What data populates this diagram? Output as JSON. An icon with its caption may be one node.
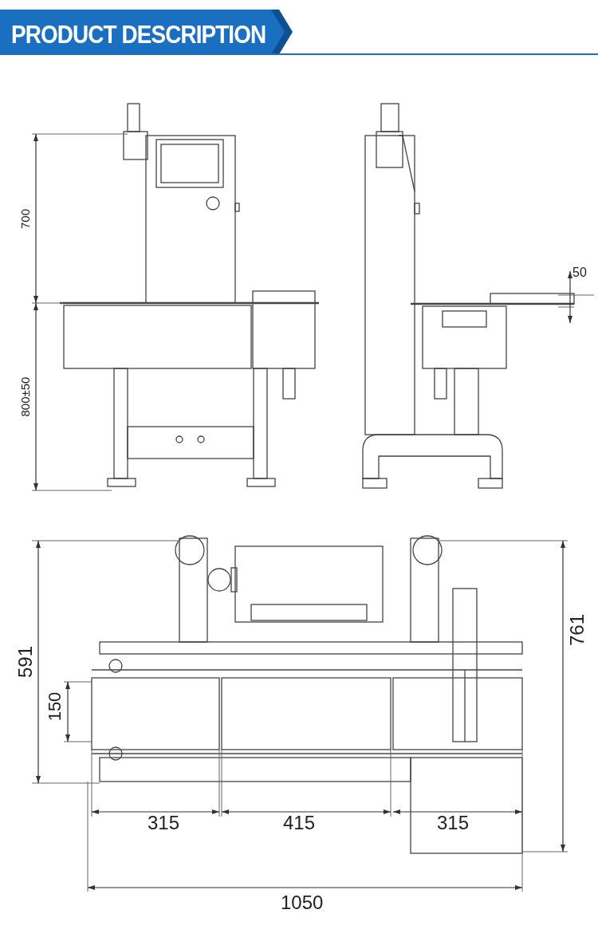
{
  "diagram": {
    "title": "PRODUCT DESCRIPTION",
    "labels": [
      "700",
      "800±50",
      "50",
      "591",
      "150",
      "761",
      "315",
      "415",
      "315",
      "1050"
    ]
  }
}
